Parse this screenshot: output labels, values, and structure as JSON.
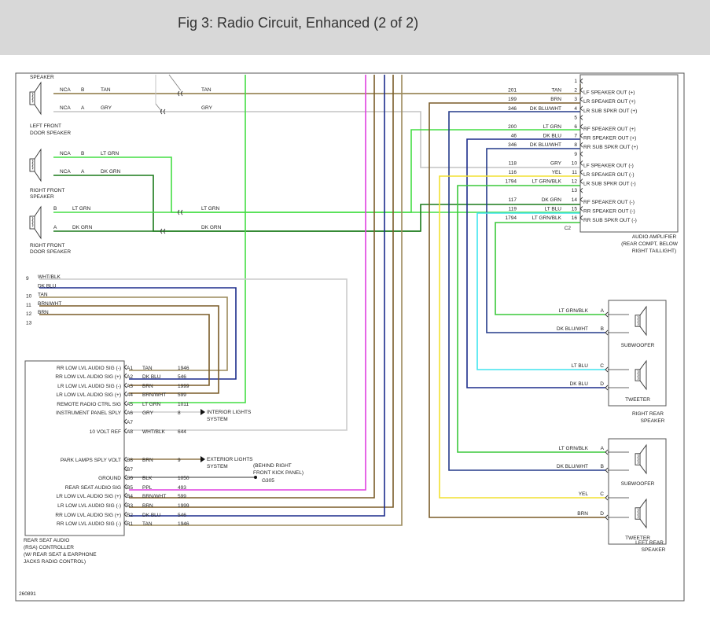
{
  "header": {
    "title": "Fig 3: Radio Circuit, Enhanced (2 of 2)"
  },
  "colors": {
    "tan": "#9c8a5c",
    "gry": "#c4c4c4",
    "ltgrn": "#44dd44",
    "dkgrn": "#1a7a1a",
    "dkblu": "#1c2c8c",
    "brn": "#7a5c28",
    "ppl": "#e040e0",
    "yel": "#f2e030",
    "ltblu": "#40e4ee",
    "ltgrnblk": "#3ac83a",
    "dkbluwht": "#243a8a",
    "wht": "#cccccc"
  },
  "speakers": {
    "lf_door": {
      "label1": "LEFT FRONT",
      "label2": "DOOR SPEAKER",
      "top": "SPEAKER",
      "pins": [
        {
          "nca": "NCA",
          "pin": "B",
          "wire": "TAN"
        },
        {
          "nca": "NCA",
          "pin": "A",
          "wire": "GRY"
        }
      ]
    },
    "rf": {
      "label1": "RIGHT FRONT",
      "label2": "SPEAKER",
      "pins": [
        {
          "nca": "NCA",
          "pin": "B",
          "wire": "LT GRN"
        },
        {
          "nca": "NCA",
          "pin": "A",
          "wire": "DK GRN"
        }
      ]
    },
    "rf_door": {
      "label1": "RIGHT FRONT",
      "label2": "DOOR SPEAKER",
      "pins": [
        {
          "pin": "B",
          "wire": "LT GRN"
        },
        {
          "pin": "A",
          "wire": "DK GRN"
        }
      ]
    },
    "mid_labels": {
      "tan": "TAN",
      "gry": "GRY",
      "ltgrn": "LT GRN",
      "dkgrn": "DK GRN"
    }
  },
  "amplifier": {
    "rows": [
      {
        "circ": "",
        "color": "",
        "pin": "1",
        "func": ""
      },
      {
        "circ": "201",
        "color": "TAN",
        "pin": "2",
        "func": "LF SPEAKER OUT (+)"
      },
      {
        "circ": "199",
        "color": "BRN",
        "pin": "3",
        "func": "LR SPEAKER OUT (+)"
      },
      {
        "circ": "346",
        "color": "DK BLU/WHT",
        "pin": "4",
        "func": "LR SUB SPKR OUT (+)"
      },
      {
        "circ": "",
        "color": "",
        "pin": "5",
        "func": ""
      },
      {
        "circ": "200",
        "color": "LT GRN",
        "pin": "6",
        "func": "RF SPEAKER OUT (+)"
      },
      {
        "circ": "46",
        "color": "DK BLU",
        "pin": "7",
        "func": "RR SPEAKER OUT (+)"
      },
      {
        "circ": "346",
        "color": "DK BLU/WHT",
        "pin": "8",
        "func": "RR SUB SPKR OUT (+)"
      },
      {
        "circ": "",
        "color": "",
        "pin": "9",
        "func": ""
      },
      {
        "circ": "118",
        "color": "GRY",
        "pin": "10",
        "func": "LF SPEAKER OUT (-)"
      },
      {
        "circ": "116",
        "color": "YEL",
        "pin": "11",
        "func": "LR SPEAKER OUT (-)"
      },
      {
        "circ": "1794",
        "color": "LT GRN/BLK",
        "pin": "12",
        "func": "LR SUB SPKR OUT (-)"
      },
      {
        "circ": "",
        "color": "",
        "pin": "13",
        "func": ""
      },
      {
        "circ": "117",
        "color": "DK GRN",
        "pin": "14",
        "func": "RF SPEAKER OUT (-)"
      },
      {
        "circ": "119",
        "color": "LT BLU",
        "pin": "15",
        "func": "RR SPEAKER OUT (-)"
      },
      {
        "circ": "1794",
        "color": "LT GRN/BLK",
        "pin": "16",
        "func": "RR SUB SPKR OUT (-)"
      }
    ],
    "connector": "C2",
    "label1": "AUDIO AMPLIFIER",
    "label2": "(REAR COMPT, BELOW",
    "label3": "RIGHT TAILLIGHT)"
  },
  "wire_list": [
    {
      "num": "9",
      "color": "WHT/BLK"
    },
    {
      "num": "",
      "color": "DK BLU"
    },
    {
      "num": "10",
      "color": "TAN"
    },
    {
      "num": "11",
      "color": "BRN/WHT"
    },
    {
      "num": "12",
      "color": "BRN"
    },
    {
      "num": "13",
      "color": ""
    }
  ],
  "rsa": {
    "rows": [
      {
        "func": "RR LOW LVL AUDIO SIG (-)",
        "pin": "A1",
        "color": "TAN",
        "circ": "1946"
      },
      {
        "func": "RR LOW LVL AUDIO SIG (+)",
        "pin": "A2",
        "color": "DK BLU",
        "circ": "546"
      },
      {
        "func": "LR LOW LVL AUDIO SIG (-)",
        "pin": "A3",
        "color": "BRN",
        "circ": "1999"
      },
      {
        "func": "LR LOW LVL AUDIO SIG (+)",
        "pin": "A4",
        "color": "BRN/WHT",
        "circ": "599"
      },
      {
        "func": "REMOTE RADIO CTRL SIG",
        "pin": "A5",
        "color": "LT GRN",
        "circ": "1011"
      },
      {
        "func": "INSTRUMENT PANEL SPLY",
        "pin": "A6",
        "color": "GRY",
        "circ": "8"
      },
      {
        "func": "",
        "pin": "A7",
        "color": "",
        "circ": ""
      },
      {
        "func": "10 VOLT REF",
        "pin": "A8",
        "color": "WHT/BLK",
        "circ": "644"
      },
      {
        "func": "PARK LAMPS SPLY VOLT",
        "pin": "B8",
        "color": "BRN",
        "circ": "9"
      },
      {
        "func": "",
        "pin": "B7",
        "color": "",
        "circ": ""
      },
      {
        "func": "GROUND",
        "pin": "B6",
        "color": "BLK",
        "circ": "1050"
      },
      {
        "func": "REAR SEAT AUDIO SIG",
        "pin": "B5",
        "color": "PPL",
        "circ": "493"
      },
      {
        "func": "LR LOW LVL AUDIO SIG (+)",
        "pin": "B4",
        "color": "BRN/WHT",
        "circ": "599"
      },
      {
        "func": "LR LOW LVL AUDIO SIG (-)",
        "pin": "B3",
        "color": "BRN",
        "circ": "1999"
      },
      {
        "func": "RR LOW LVL AUDIO SIG (+)",
        "pin": "B2",
        "color": "DK BLU",
        "circ": "546"
      },
      {
        "func": "RR LOW LVL AUDIO SIG (-)",
        "pin": "B1",
        "color": "TAN",
        "circ": "1946"
      }
    ],
    "label1": "REAR SEAT AUDIO",
    "label2": "(RSA) CONTROLLER",
    "label3": "(W/ REAR SEAT & EARPHONE",
    "label4": "JACKS RADIO CONTROL)",
    "interior1": "INTERIOR LIGHTS",
    "interior2": "SYSTEM",
    "exterior1": "EXTERIOR LIGHTS",
    "exterior2": "SYSTEM",
    "g_note1": "(BEHIND RIGHT",
    "g_note2": "FRONT KICK PANEL)",
    "ground": "G305"
  },
  "right_rear": {
    "rows": [
      {
        "color": "LT GRN/BLK",
        "pin": "A"
      },
      {
        "color": "DK BLU/WHT",
        "pin": "B"
      },
      {
        "color": "LT BLU",
        "pin": "C"
      },
      {
        "color": "DK BLU",
        "pin": "D"
      }
    ],
    "subwoofer": "SUBWOOFER",
    "tweeter": "TWEETER",
    "label1": "RIGHT REAR",
    "label2": "SPEAKER"
  },
  "left_rear": {
    "rows": [
      {
        "color": "LT GRN/BLK",
        "pin": "A"
      },
      {
        "color": "DK BLU/WHT",
        "pin": "B"
      },
      {
        "color": "YEL",
        "pin": "C"
      },
      {
        "color": "BRN",
        "pin": "D"
      }
    ],
    "subwoofer": "SUBWOOFER",
    "tweeter": "TWEETER",
    "label1": "LEFT REAR",
    "label2": "SPEAKER"
  },
  "figure_id": "260891"
}
